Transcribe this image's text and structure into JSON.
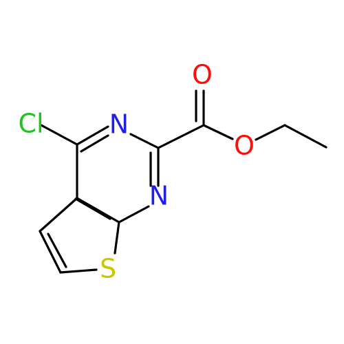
{
  "molecule": {
    "atoms": {
      "cl": {
        "symbol": "Cl",
        "color": "#21c321"
      },
      "n1": {
        "symbol": "N",
        "color": "#1f1fe8"
      },
      "n2": {
        "symbol": "N",
        "color": "#1f1fe8"
      },
      "o_carbonyl": {
        "symbol": "O",
        "color": "#ff0d0d"
      },
      "o_ester": {
        "symbol": "O",
        "color": "#ff0d0d"
      },
      "s": {
        "symbol": "S",
        "color": "#c8c800"
      }
    }
  }
}
